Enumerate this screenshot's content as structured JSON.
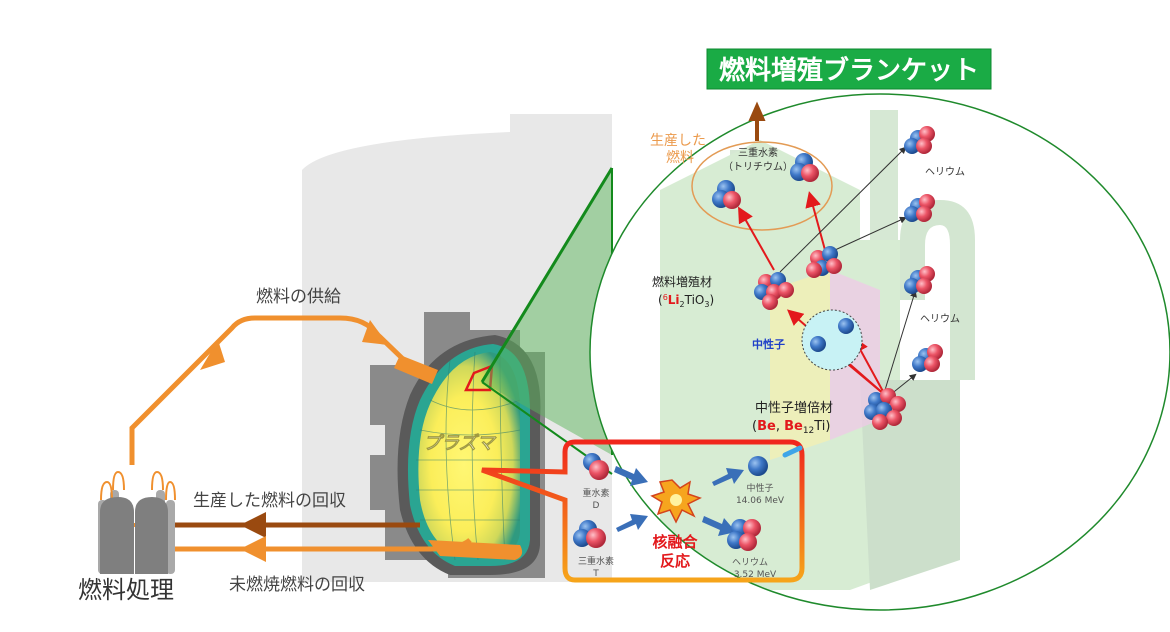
{
  "title": "燃料増殖ブランケット",
  "colors": {
    "title_bg": "#1aab45",
    "title_text": "#ffffff",
    "circle_stroke": "#1f8a2c",
    "supply_orange": "#f0902e",
    "produced_brown": "#9a4a10",
    "plasma_yellow": "#fff160",
    "wall_teal": "#2aa592",
    "building_gray": "#e8e8e8",
    "reactor_gray": "#7d7d7d",
    "fusion_box_red": "#f0281e",
    "fusion_box_orange": "#f6951a",
    "neutron_blue": "#2a5fb0",
    "proton_red": "#e8455a",
    "blanket_green": "#d7ecd3"
  },
  "left": {
    "supply_label": "燃料の供給",
    "produced_recovery_label": "生産した燃料の回収",
    "unburned_recovery_label": "未燃焼燃料の回収",
    "processing_label": "燃料処理",
    "plasma_label": "プラズマ"
  },
  "fusion": {
    "deuterium_label": "重水素",
    "deuterium_symbol": "D",
    "tritium_label": "三重水素",
    "tritium_symbol": "T",
    "reaction_label_line1": "核融合",
    "reaction_label_line2": "反応",
    "neutron_label": "中性子",
    "neutron_energy": "14.06 MeV",
    "helium_label": "ヘリウム",
    "helium_energy": "3.52 MeV"
  },
  "blanket": {
    "produced_fuel_line1": "生産した",
    "produced_fuel_line2": "燃料",
    "tritium_line1": "三重水素",
    "tritium_line2": "（トリチウム）",
    "helium_label_1": "ヘリウム",
    "helium_label_2": "ヘリウム",
    "breeder_label": "燃料増殖材",
    "breeder_formula_open": "(",
    "breeder_formula_sup": "6",
    "breeder_formula_li": "Li",
    "breeder_formula_sub2": "2",
    "breeder_formula_rest": "TiO",
    "breeder_formula_sub3": "3",
    "breeder_formula_close": ")",
    "neutron_label": "中性子",
    "multiplier_label": "中性子増倍材",
    "multiplier_open": "(",
    "multiplier_be1": "Be",
    "multiplier_comma": ", ",
    "multiplier_be2": "Be",
    "multiplier_sub": "12",
    "multiplier_ti": "Ti",
    "multiplier_close": ")"
  }
}
